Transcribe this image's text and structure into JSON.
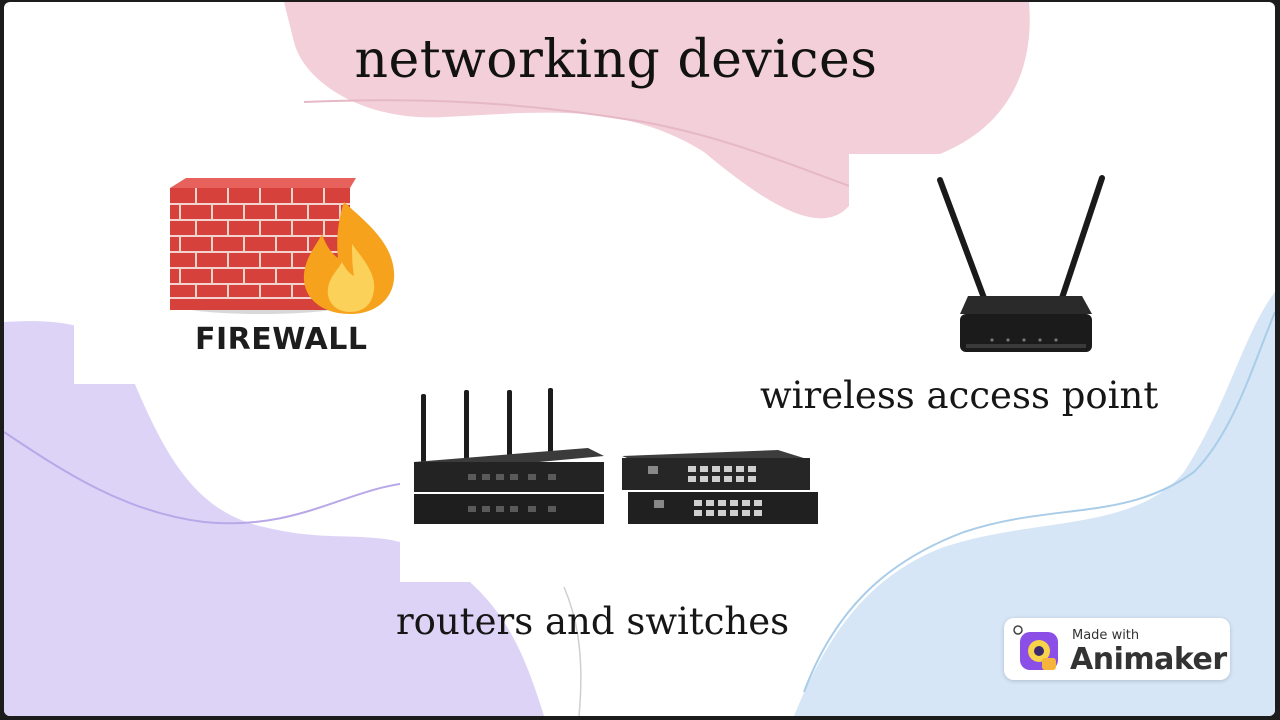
{
  "slide": {
    "title": "networking devices",
    "firewall_label": "FIREWALL",
    "wap_caption": "wireless access point",
    "routers_caption": "routers and switches"
  },
  "badge": {
    "small": "Made with",
    "brand": "Animaker"
  },
  "icons": {
    "firewall": "brick-wall-with-flame-icon",
    "wireless_ap": "wireless-router-icon",
    "routers": "rack-router-icon",
    "switches": "network-switch-icon",
    "logo": "animaker-logo-icon"
  },
  "colors": {
    "pink_blob": "#f2cfd9",
    "purple_blob": "#ddd3f7",
    "blue_blob": "#d6e6f7",
    "brick": "#d6413c",
    "flame": "#f6a21c",
    "device": "#1f1f1f",
    "logo_purple": "#8b4ee6"
  }
}
